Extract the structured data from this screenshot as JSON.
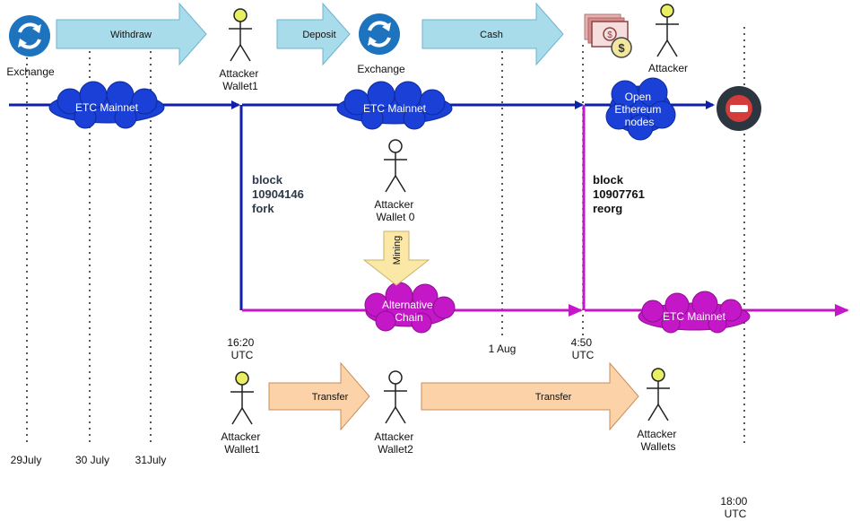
{
  "labels": {
    "exchange_left": "Exchange",
    "withdraw": "Withdraw",
    "attacker_wallet1_top_line1": "Attacker",
    "attacker_wallet1_top_line2": "Wallet1",
    "deposit": "Deposit",
    "exchange_mid": "Exchange",
    "cash": "Cash",
    "attacker_top_right": "Attacker",
    "etc_mainnet_left": "ETC Mainnet",
    "etc_mainnet_mid": "ETC Mainnet",
    "open_eth_line1": "Open",
    "open_eth_line2": "Ethereum",
    "open_eth_line3": "nodes",
    "fork_block_line1": "block",
    "fork_block_line2": "10904146",
    "fork_block_line3": "fork",
    "attacker_wallet0_line1": "Attacker",
    "attacker_wallet0_line2": "Wallet 0",
    "mining": "Mining",
    "reorg_block_line1": "block",
    "reorg_block_line2": "10907761",
    "reorg_block_line3": "reorg",
    "alt_chain_line1": "Alternative",
    "alt_chain_line2": "Chain",
    "etc_mainnet_bottom": "ETC Mainnet",
    "time_1620_line1": "16:20",
    "time_1620_line2": "UTC",
    "aug1": "1 Aug",
    "time_450_line1": "4:50",
    "time_450_line2": "UTC",
    "transfer_1": "Transfer",
    "transfer_2": "Transfer",
    "attacker_wallet1_bottom_line1": "Attacker",
    "attacker_wallet1_bottom_line2": "Wallet1",
    "attacker_wallet2_line1": "Attacker",
    "attacker_wallet2_line2": "Wallet2",
    "attacker_wallets_line1": "Attacker",
    "attacker_wallets_line2": "Wallets",
    "date_29july": "29July",
    "date_30july": "30 July",
    "date_31july": "31July",
    "time_1800_line1": "18:00",
    "time_1800_line2": "UTC"
  },
  "colors": {
    "mainnet_line": "#0f1fa8",
    "mainnet_cloud": "#1a40d8",
    "alt_line": "#c418c8",
    "process_arrow": "#a9dcea",
    "transfer_arrow": "#fcd2a8",
    "mining_arrow": "#fbe7a6",
    "exchange_icon": "#1e73be",
    "attacker_head": "#e8ef62",
    "stop_icon": "#c83c3c"
  },
  "icons": {
    "exchange": "exchange-icon",
    "cash": "cash-icon",
    "stop": "stop-icon",
    "attacker": "stick-figure-icon"
  }
}
